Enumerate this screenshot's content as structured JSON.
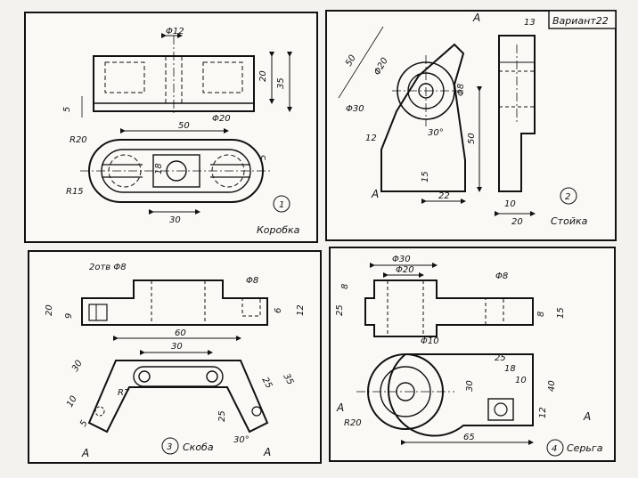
{
  "panels": [
    {
      "number": "1",
      "title": "Коробка",
      "dims": [
        "Φ12",
        "20",
        "35",
        "5",
        "Φ20",
        "50",
        "R20",
        "18",
        "5",
        "R15",
        "30"
      ]
    },
    {
      "number": "2",
      "title": "Стойка",
      "variant": "Вариант22",
      "section": "A",
      "dims": [
        "50",
        "Φ20",
        "Φ30",
        "Φ8",
        "12",
        "30°",
        "50",
        "15",
        "22",
        "13",
        "10",
        "20"
      ]
    },
    {
      "number": "3",
      "title": "Скоба",
      "section": "A",
      "dims": [
        "2отв Φ8",
        "Φ8",
        "20",
        "9",
        "6",
        "12",
        "60",
        "30",
        "30",
        "R7",
        "10",
        "5",
        "25",
        "35",
        "25",
        "30°"
      ]
    },
    {
      "number": "4",
      "title": "Серьга",
      "section": "A",
      "dims": [
        "Φ30",
        "Φ20",
        "Φ8",
        "8",
        "25",
        "8",
        "15",
        "Φ10",
        "25",
        "18",
        "10",
        "30",
        "40",
        "12",
        "R20",
        "65"
      ]
    }
  ]
}
